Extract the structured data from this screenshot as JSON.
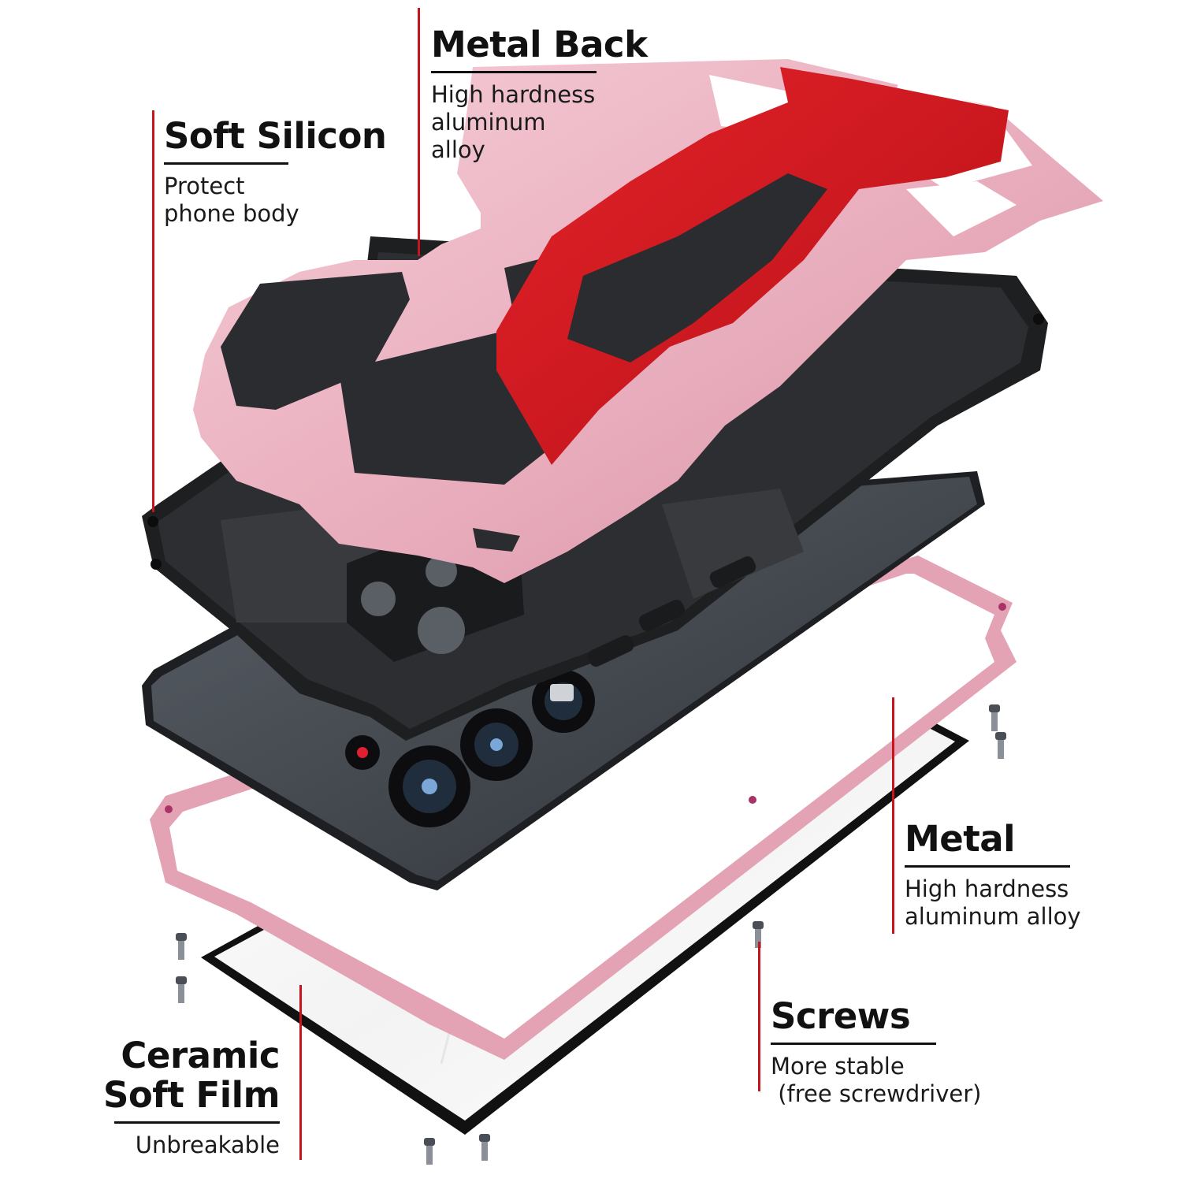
{
  "colors": {
    "accent_line": "#c8141c",
    "pink_metal": "#eeb6c4",
    "pink_shadow": "#d8909f",
    "red_metal": "#d8161c",
    "silicone_black": "#2b2b2d",
    "phone_gray": "#3d4148",
    "text": "#111111"
  },
  "callouts": {
    "metal_back": {
      "title": "Metal Back",
      "desc_lines": [
        "High hardness",
        "aluminum",
        "alloy"
      ]
    },
    "soft_silicon": {
      "title": "Soft Silicon",
      "desc_lines": [
        "Protect",
        "phone body"
      ]
    },
    "metal": {
      "title": "Metal",
      "desc_lines": [
        "High hardness",
        "aluminum alloy"
      ]
    },
    "screws": {
      "title": "Screws",
      "desc_lines": [
        "More stable",
        " (free screwdriver)"
      ]
    },
    "ceramic_film": {
      "title_lines": [
        "Ceramic",
        "Soft Film"
      ],
      "desc_lines": [
        "Unbreakable"
      ]
    }
  },
  "icons": [
    "screw-icon",
    "camera-lens-icon",
    "flash-icon"
  ]
}
